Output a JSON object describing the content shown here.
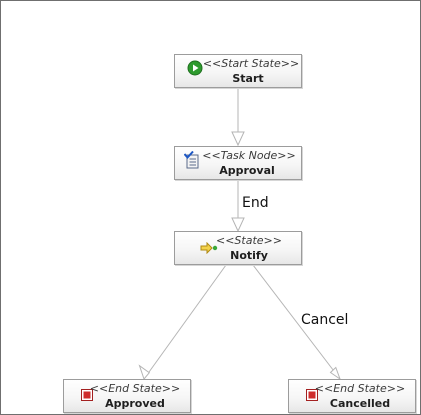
{
  "nodes": {
    "start": {
      "stereotype": "<<Start State>>",
      "name": "Start",
      "icon": "start-play-icon"
    },
    "approval": {
      "stereotype": "<<Task Node>>",
      "name": "Approval",
      "icon": "task-checklist-icon"
    },
    "notify": {
      "stereotype": "<<State>>",
      "name": "Notify",
      "icon": "state-arrow-icon"
    },
    "approved": {
      "stereotype": "<<End State>>",
      "name": "Approved",
      "icon": "end-square-icon"
    },
    "cancelled": {
      "stereotype": "<<End State>>",
      "name": "Cancelled",
      "icon": "end-square-icon"
    }
  },
  "edges": [
    {
      "from": "Start",
      "to": "Approval",
      "label": ""
    },
    {
      "from": "Approval",
      "to": "Notify",
      "label": "End"
    },
    {
      "from": "Notify",
      "to": "Approved",
      "label": ""
    },
    {
      "from": "Notify",
      "to": "Cancelled",
      "label": "Cancel"
    }
  ],
  "colors": {
    "start_icon": "#2e9a2e",
    "end_icon": "#cf2d2d",
    "state_icon": "#e0b51f",
    "edge": "#b5b5b5",
    "node_border": "#9c9c9c"
  }
}
